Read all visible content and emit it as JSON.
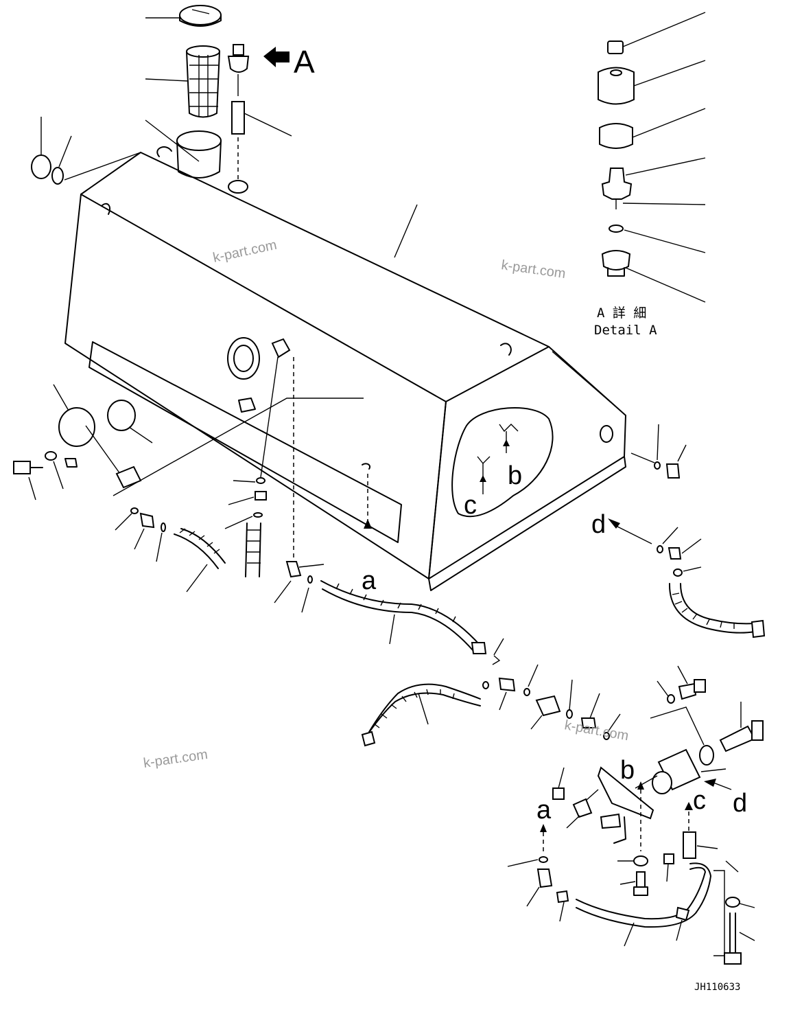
{
  "diagram": {
    "callout_main": "A",
    "detail_caption_jp": "A 詳 細",
    "detail_caption_en": "Detail A",
    "connection_labels": [
      "a",
      "b",
      "c",
      "d"
    ],
    "drawing_code": "JH110633",
    "watermark": "k-part.com",
    "line_color": "#000000",
    "background_color": "#ffffff"
  }
}
